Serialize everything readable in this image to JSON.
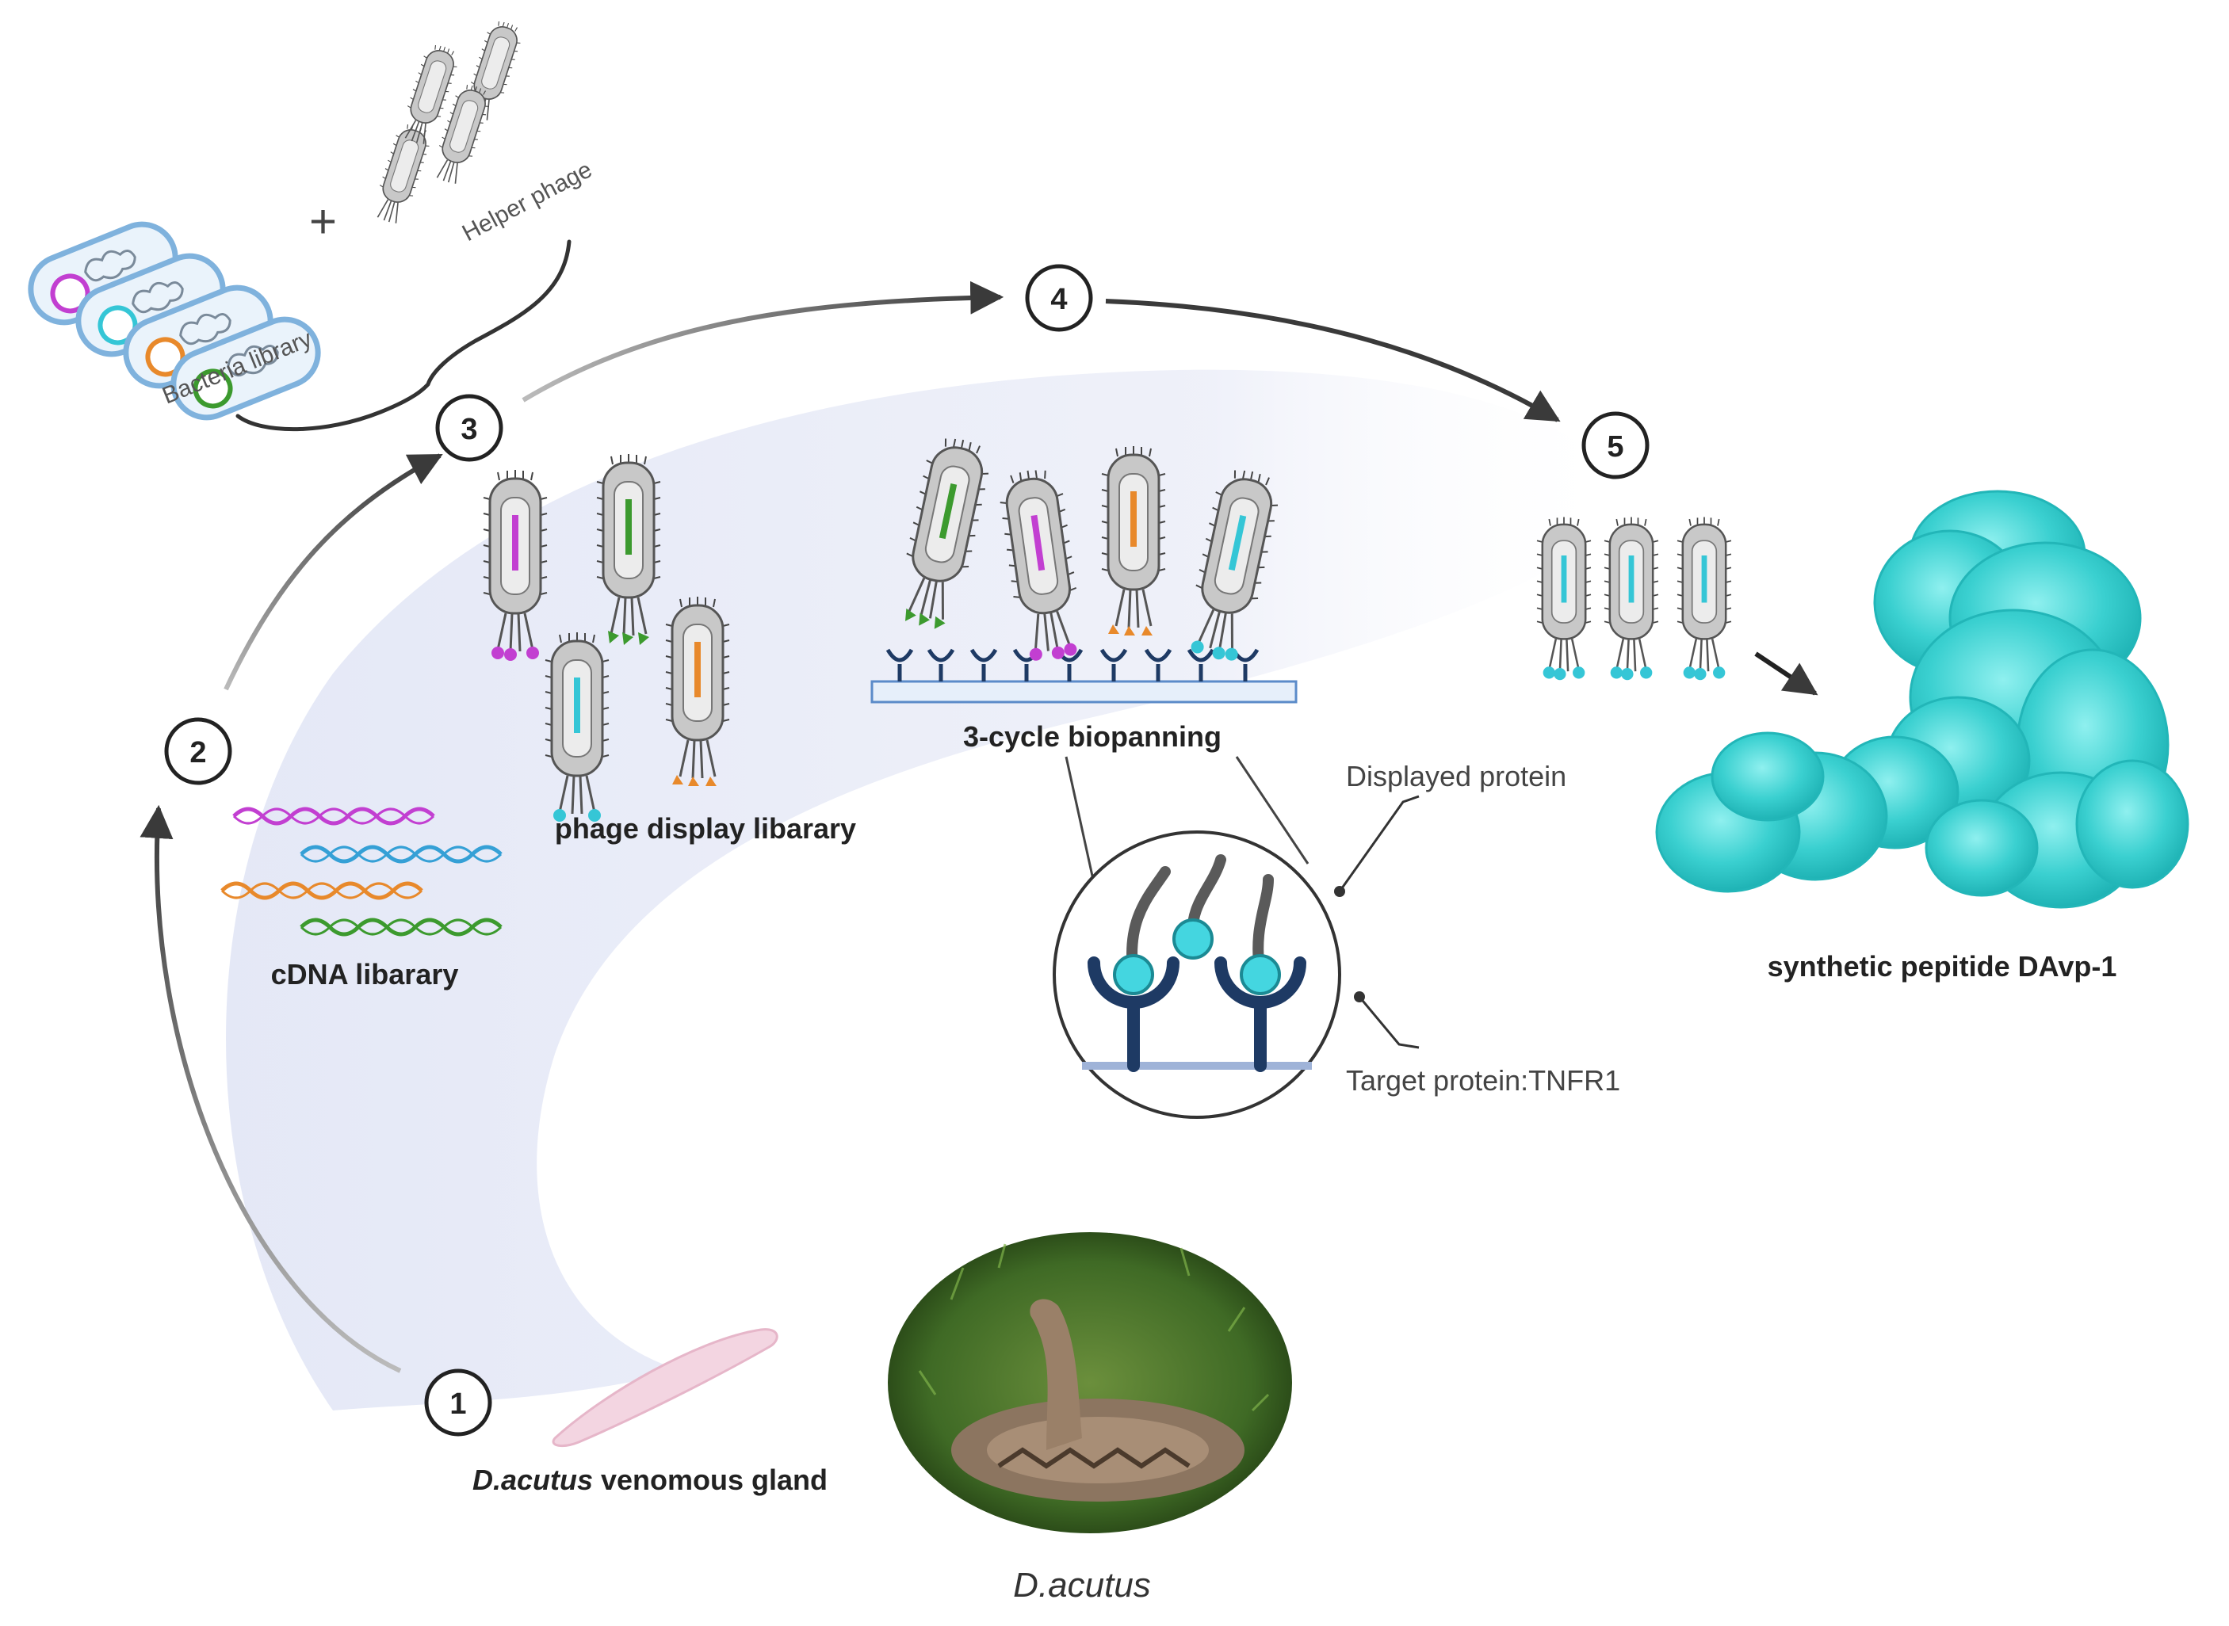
{
  "steps": [
    "1",
    "2",
    "3",
    "4",
    "5"
  ],
  "labels": {
    "bacteria_library": "Bacteria library",
    "helper_phage": "Helper phage",
    "plus": "+",
    "cdna_library": "cDNA libarary",
    "phage_display_library": "phage display libarary",
    "biopanning": "3-cycle biopanning",
    "displayed_protein": "Displayed protein",
    "target_protein": "Target protein:TNFR1",
    "synthetic_peptide": "synthetic pepitide DAvp-1",
    "gland_species": "D.acutus",
    "gland_suffix": " venomous gland",
    "snake_caption": "D.acutus"
  },
  "colors": {
    "magenta": "#c23fd1",
    "cyan": "#35c6d6",
    "orange": "#e8892b",
    "green": "#3c9a2e",
    "navy": "#1e3a64",
    "protein": "#2ec8c8",
    "arc": "#e9ecf7",
    "phage_body": "#c8c8c8",
    "arrow": "#3a3a3a"
  },
  "icons": [
    "bacteria-icon",
    "phage-icon",
    "dna-helix-icon",
    "receptor-icon",
    "venom-gland-icon",
    "snake-photo",
    "protein-structure-icon"
  ]
}
